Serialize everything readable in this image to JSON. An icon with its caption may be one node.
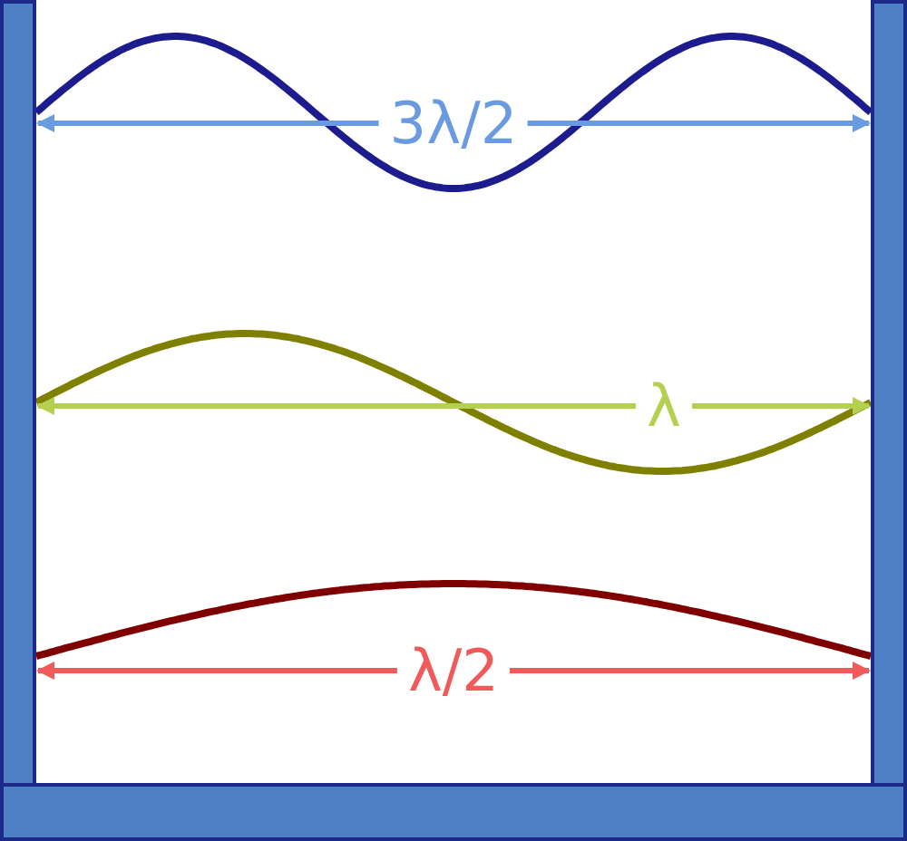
{
  "diagram": {
    "labels": [
      "3λ/2",
      "λ",
      "λ/2"
    ]
  }
}
